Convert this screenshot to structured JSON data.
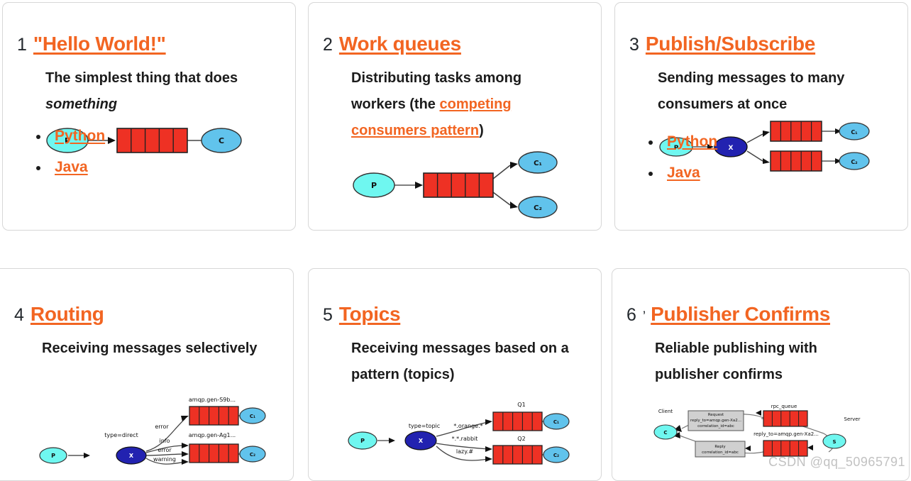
{
  "page": {
    "watermark": "CSDN @qq_50965791",
    "accent_color": "#f26522",
    "queue_color": "#ee3124",
    "producer_color": "#6ff7f0",
    "consumer_color": "#61c3ec",
    "exchange_color": "#2222b0",
    "card_border_color": "#d7d7d7"
  },
  "cards": [
    {
      "number": "1",
      "title": "\"Hello World!\"",
      "desc_plain": "The simplest thing that does something",
      "desc_lead": "The simplest thing that does ",
      "desc_em": "something",
      "bullets": [
        {
          "label": "Python"
        },
        {
          "label": "Java"
        }
      ],
      "diagram": {
        "type": "hello-world",
        "producer": "P",
        "consumer": "C",
        "queue_cells": 5
      }
    },
    {
      "number": "2",
      "title": "Work queues",
      "desc_plain": "Distributing tasks among workers (the competing consumers pattern)",
      "desc_lead": "Distributing tasks among workers (the ",
      "desc_link": "competing consumers pattern",
      "desc_tail": ")",
      "bullets": [],
      "diagram": {
        "type": "work-queues",
        "producer": "P",
        "consumers": [
          "C₁",
          "C₂"
        ],
        "queue_cells": 5
      }
    },
    {
      "number": "3",
      "title": "Publish/Subscribe",
      "desc_plain": "Sending messages to many consumers at once",
      "bullets": [
        {
          "label": "Python"
        },
        {
          "label": "Java"
        }
      ],
      "diagram": {
        "type": "pub-sub",
        "producer": "P",
        "exchange": "X",
        "consumers": [
          "C₁",
          "C₂"
        ],
        "queue_cells": 5
      }
    },
    {
      "number": "4",
      "title": "Routing",
      "desc_plain": "Receiving messages selectively",
      "bullets": [],
      "diagram": {
        "type": "routing",
        "producer": "P",
        "exchange": "X",
        "exchange_label": "type=direct",
        "queues": [
          {
            "name": "amqp.gen-S9b...",
            "bindings": [
              "error"
            ],
            "consumer": "C₁"
          },
          {
            "name": "amqp.gen-Ag1...",
            "bindings": [
              "info",
              "error",
              "warning"
            ],
            "consumer": "C₂"
          }
        ],
        "queue_cells": 5
      }
    },
    {
      "number": "5",
      "title": "Topics",
      "desc_plain": "Receiving messages based on a pattern (topics)",
      "bullets": [],
      "diagram": {
        "type": "topics",
        "producer": "P",
        "exchange": "X",
        "exchange_label": "type=topic",
        "queues": [
          {
            "name": "Q1",
            "bindings": [
              "*.orange.*"
            ],
            "consumer": "C₁"
          },
          {
            "name": "Q2",
            "bindings": [
              "*.*.rabbit",
              "lazy.#"
            ],
            "consumer": "C₂"
          }
        ],
        "queue_cells": 5
      }
    },
    {
      "number": "6",
      "tick": "’",
      "title": "Publisher Confirms",
      "desc_plain": "Reliable publishing with publisher confirms",
      "bullets": [],
      "diagram": {
        "type": "rpc",
        "client_label": "Client",
        "client": "C",
        "server_label": "Server",
        "server": "S",
        "request_note": [
          "Request",
          "reply_to=amqp.gen-Xa2...",
          "correlation_id=abc"
        ],
        "reply_note": [
          "Reply",
          "correlation_id=abc"
        ],
        "queue_top": "rpc_queue",
        "queue_bottom": "reply_to=amqp.gen-Xa2...",
        "queue_cells": 5
      }
    }
  ]
}
